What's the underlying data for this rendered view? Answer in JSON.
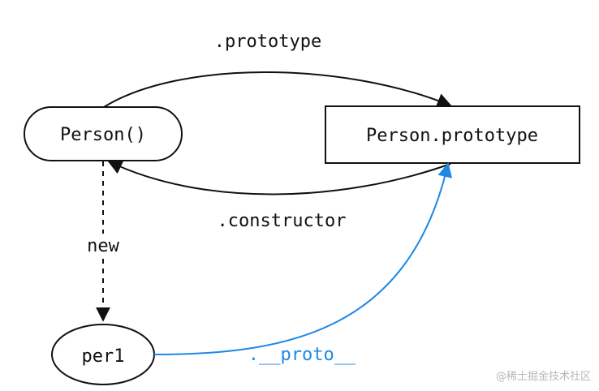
{
  "nodes": {
    "person_constructor": "Person()",
    "person_prototype": "Person.prototype",
    "instance": "per1"
  },
  "edges": {
    "prototype": ".prototype",
    "constructor": ".constructor",
    "new": "new",
    "proto": ".__proto__"
  },
  "watermark": "@稀土掘金技术社区",
  "colors": {
    "stroke": "#111111",
    "proto_link": "#1e88e5"
  }
}
